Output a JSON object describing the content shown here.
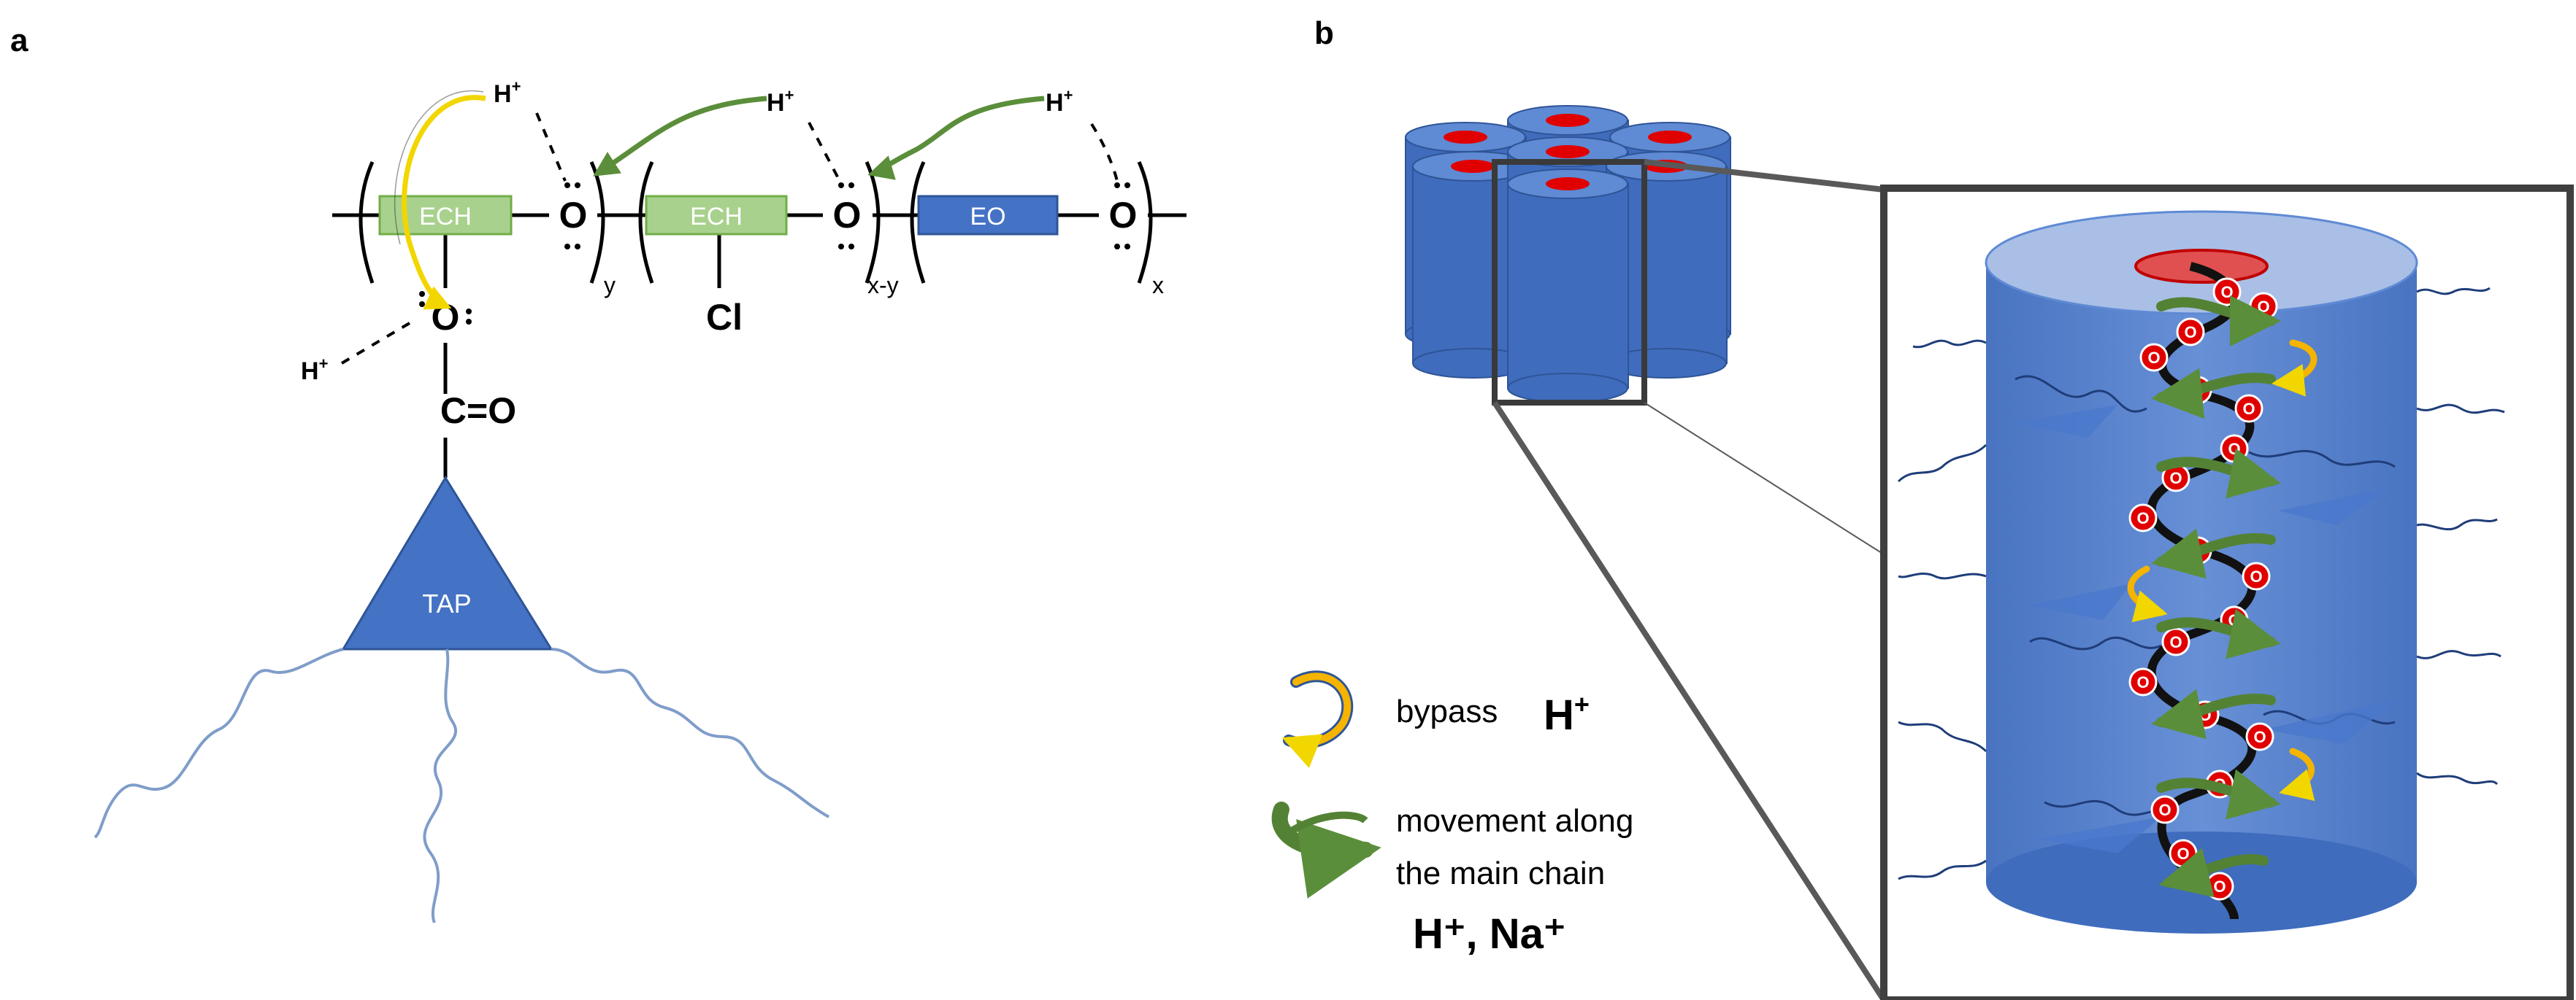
{
  "panel_a": {
    "label": "a",
    "protons": [
      "H",
      "H",
      "H",
      "H"
    ],
    "oxygen": "O",
    "units": [
      {
        "name": "ECH",
        "subscript": "y"
      },
      {
        "name": "ECH",
        "substituent": "Cl",
        "subscript": "x-y"
      },
      {
        "name": "EO",
        "subscript": "x"
      }
    ],
    "carbonyl": "C=O",
    "core": "TAP",
    "colors": {
      "ech": "#a9d18e",
      "ech_stroke": "#70ad47",
      "eo": "#4472c4",
      "tap": "#4472c4",
      "arrow_green": "#5b8e3a",
      "arrow_yellow": "#ffe600",
      "tail": "#7f9dc9"
    }
  },
  "panel_b": {
    "label": "b",
    "oxygen_marker": "O",
    "legend": {
      "bypass_label": "bypass",
      "bypass_ion": "H",
      "main_chain_label_line1": "movement along",
      "main_chain_label_line2": "the main chain",
      "main_chain_ions": "H⁺, Na⁺"
    },
    "colors": {
      "cylinder": "#4472c4",
      "cylinder_light": "#5b84cc",
      "channel": "#e00000",
      "arrow_green": "#548235",
      "arrow_yellow": "#f4b400"
    }
  }
}
